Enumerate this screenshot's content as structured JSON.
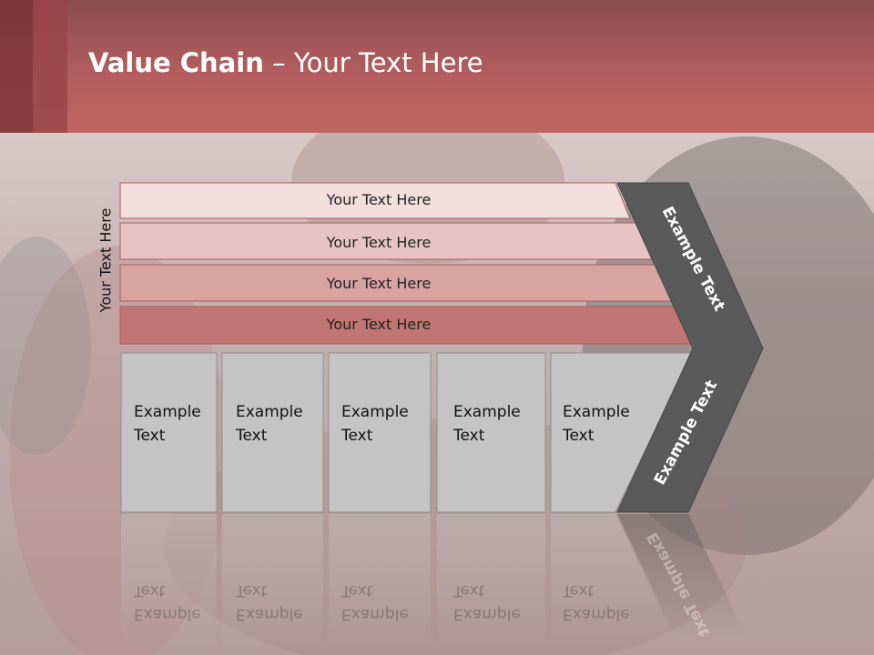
{
  "slide": {
    "title_bold": "Value Chain",
    "title_rest": " – Your Text Here",
    "side_label": "Your Text Here"
  },
  "bands": [
    {
      "label": "Your Text Here",
      "color": "#f3dede"
    },
    {
      "label": "Your Text Here",
      "color": "#e7c4c4"
    },
    {
      "label": "Your Text Here",
      "color": "#d9a3a2"
    },
    {
      "label": "Your Text Here",
      "color": "#c27674"
    }
  ],
  "boxes": [
    {
      "line1": "Example",
      "line2": "Text"
    },
    {
      "line1": "Example",
      "line2": "Text"
    },
    {
      "line1": "Example",
      "line2": "Text"
    },
    {
      "line1": "Example",
      "line2": "Text"
    },
    {
      "line1": "Example",
      "line2": "Text"
    }
  ],
  "chevron": {
    "upper_label": "Example Text",
    "lower_label": "Example Text",
    "color": "#5a5a5a"
  },
  "colors": {
    "header": "#b65f5f",
    "box_fill": "#c4c4c4"
  }
}
